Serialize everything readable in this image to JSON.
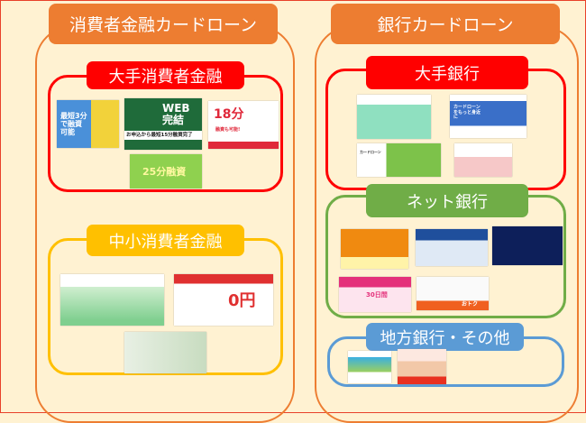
{
  "left_group": {
    "title": "消費者金融カードローン",
    "major": {
      "label": "大手消費者金融",
      "color": "#ff0000",
      "thumbs": [
        {
          "text": "最短3分で融資可能"
        },
        {
          "text": "WEB完結",
          "sub": "お申込から最短15分融資完了"
        },
        {
          "text": "18分",
          "sub": "融資も可能!"
        },
        {
          "text": "25分融資"
        }
      ]
    },
    "small": {
      "label": "中小消費者金融",
      "color": "#ffc000",
      "thumbs": [
        {
          "text": ""
        },
        {
          "text": "0円"
        },
        {
          "text": ""
        }
      ]
    }
  },
  "right_group": {
    "title": "銀行カードローン",
    "major": {
      "label": "大手銀行",
      "color": "#ff0000",
      "thumbs": [
        {
          "text": ""
        },
        {
          "text": "カードローンをもっと身近に"
        },
        {
          "text": "カードローン"
        },
        {
          "text": ""
        }
      ]
    },
    "net": {
      "label": "ネット銀行",
      "color": "#70ad47",
      "thumbs": [
        {
          "text": ""
        },
        {
          "text": ""
        },
        {
          "text": ""
        },
        {
          "text": "30日間"
        },
        {
          "text": "おトク"
        }
      ]
    },
    "regional": {
      "label": "地方銀行・その他",
      "color": "#5b9bd5",
      "thumbs": [
        {
          "text": ""
        },
        {
          "text": ""
        }
      ]
    }
  },
  "colors": {
    "group": "#ed7d31",
    "background": "#fff2d2"
  }
}
